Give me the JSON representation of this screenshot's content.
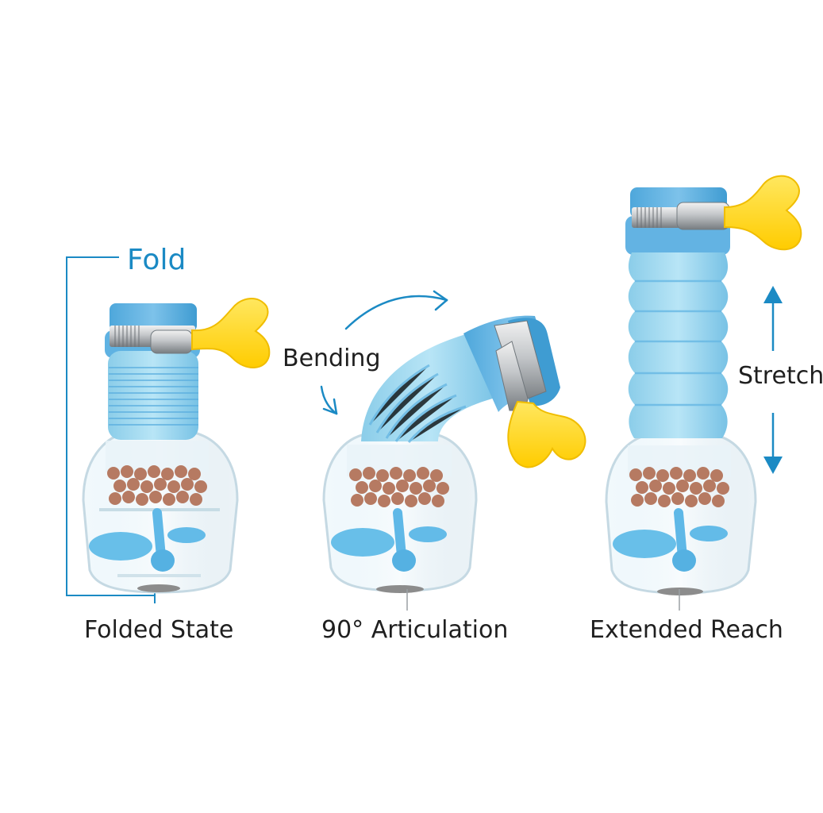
{
  "fold": {
    "title": "Fold",
    "caption": "Folded State"
  },
  "bend": {
    "title": "Bending",
    "caption": "90° Articulation"
  },
  "stretch": {
    "title": "Stretch",
    "caption": "Extended Reach"
  },
  "colors": {
    "accent_blue": "#1b8ac4",
    "hose_blue": "#8dd0ec",
    "hose_dark": "#58aede",
    "handle_yellow": "#ffd61f",
    "ceramic_brown": "#b97a63",
    "clamp_metal": "#bfc4c8",
    "text": "#1f1f1f"
  },
  "icons": [
    "fold-bracket-icon",
    "curved-arrow-icon",
    "double-arrow-icon"
  ]
}
